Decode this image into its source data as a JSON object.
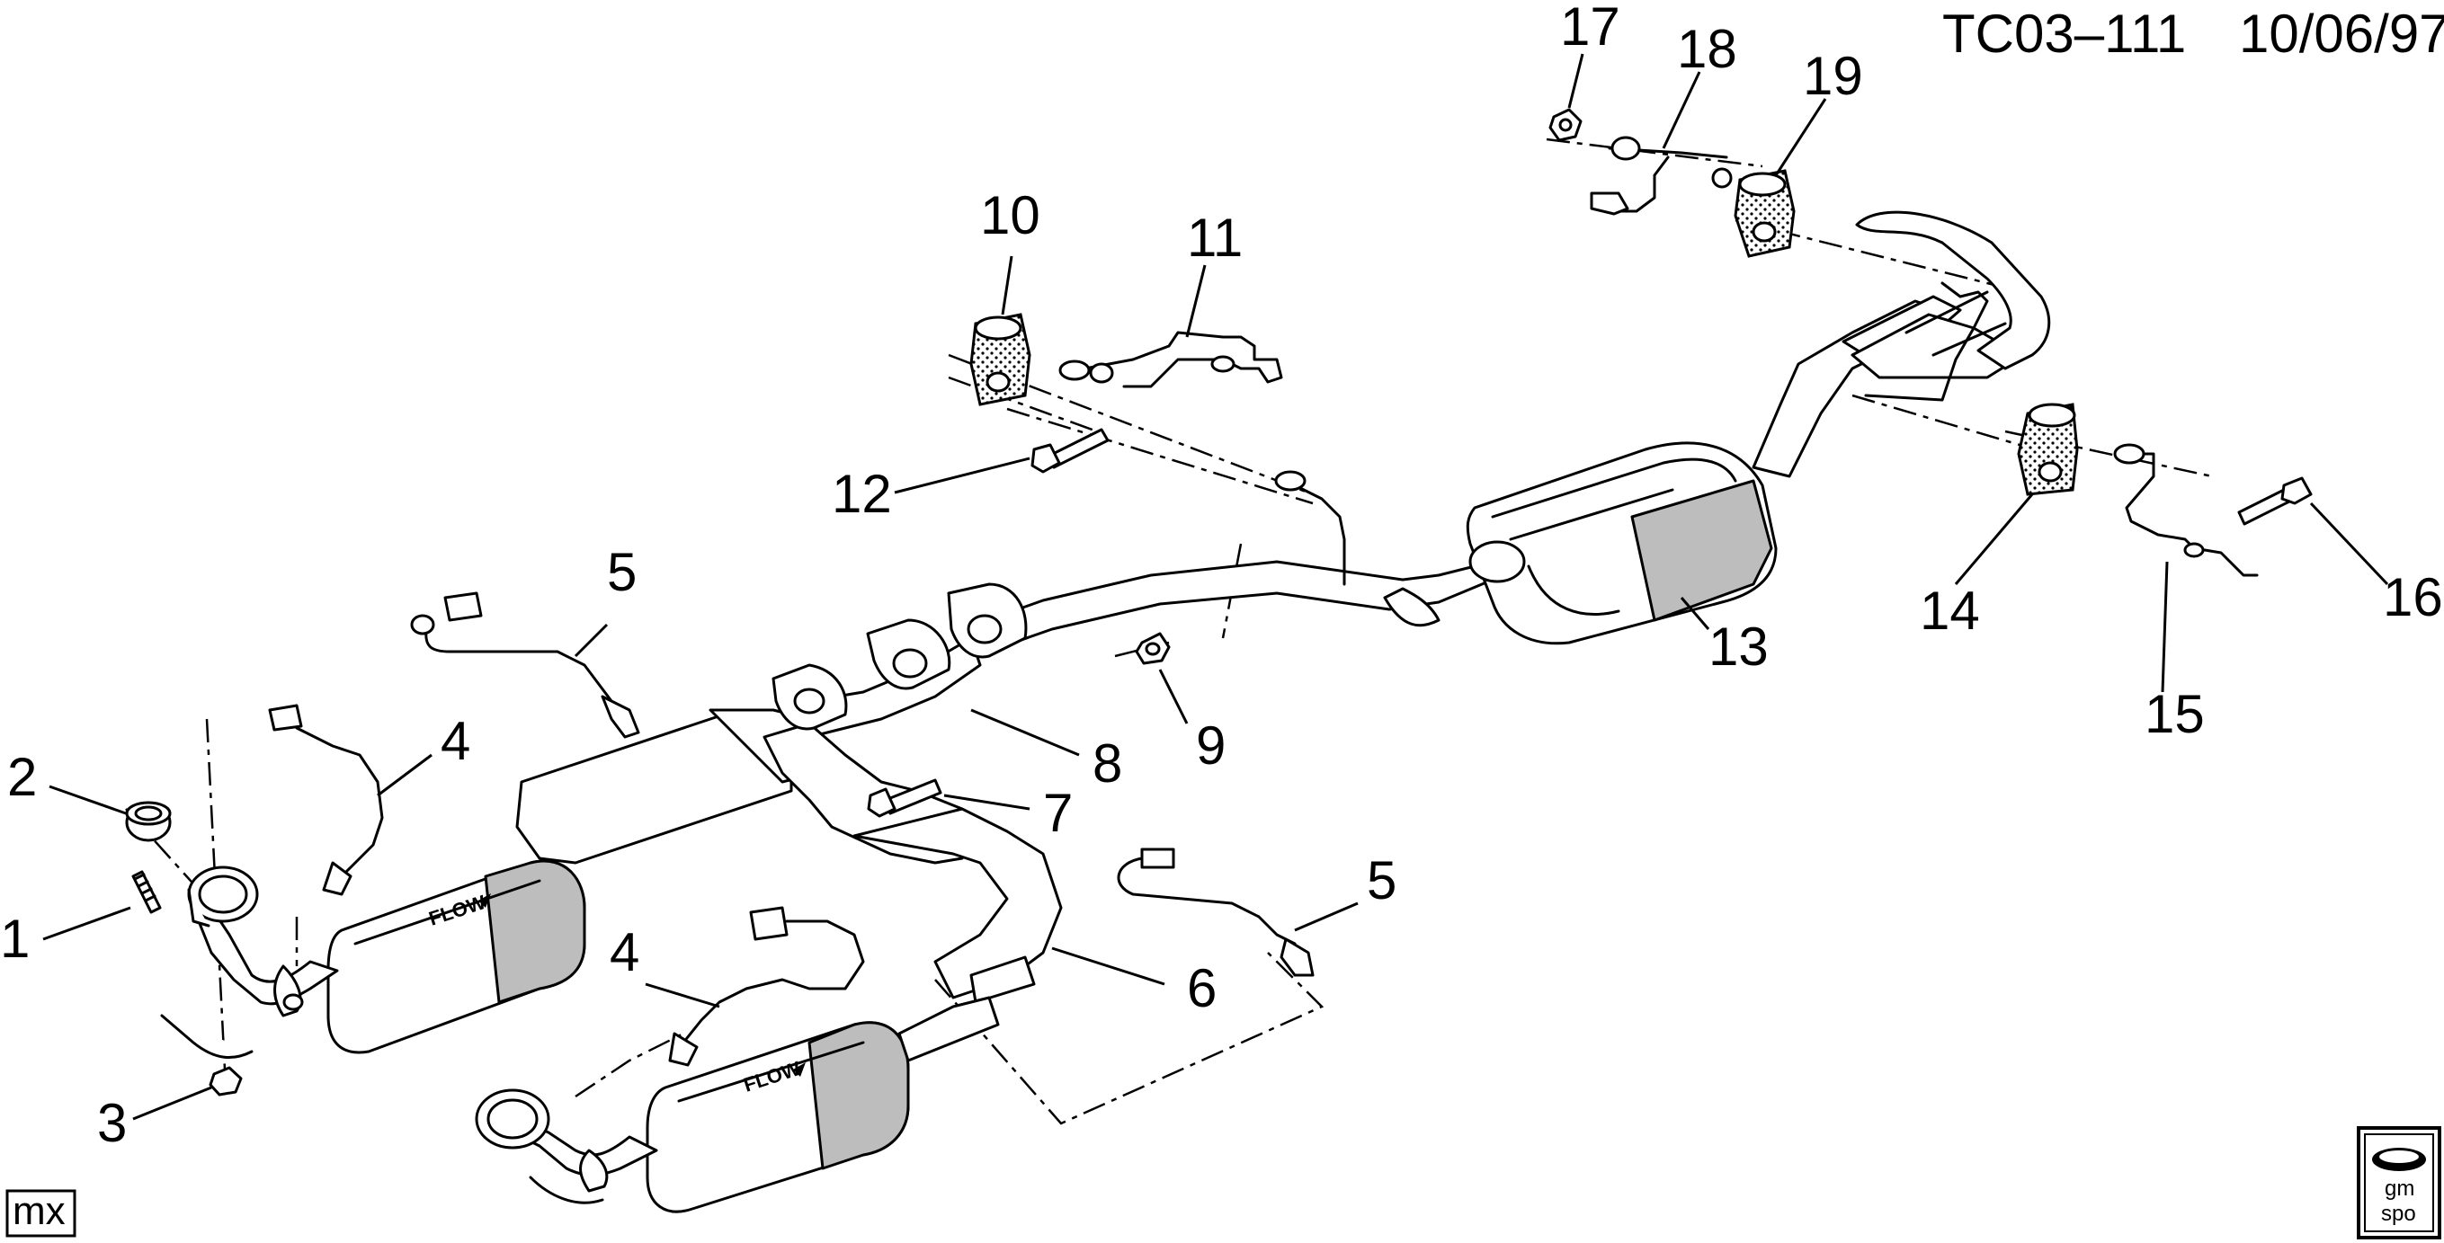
{
  "header": {
    "code": "TC03–111",
    "date": "10/06/97"
  },
  "callouts": {
    "c1": "1",
    "c2": "2",
    "c3": "3",
    "c4a": "4",
    "c4b": "4",
    "c5a": "5",
    "c5b": "5",
    "c6": "6",
    "c7": "7",
    "c8": "8",
    "c9": "9",
    "c10": "10",
    "c11": "11",
    "c12": "12",
    "c13": "13",
    "c14": "14",
    "c15": "15",
    "c16": "16",
    "c17": "17",
    "c18": "18",
    "c19": "19"
  },
  "flow_labels": {
    "front": "FLOW",
    "rear": "FLOW"
  },
  "corner_tag": "mx",
  "logo": {
    "line1": "gm",
    "line2": "spo"
  }
}
